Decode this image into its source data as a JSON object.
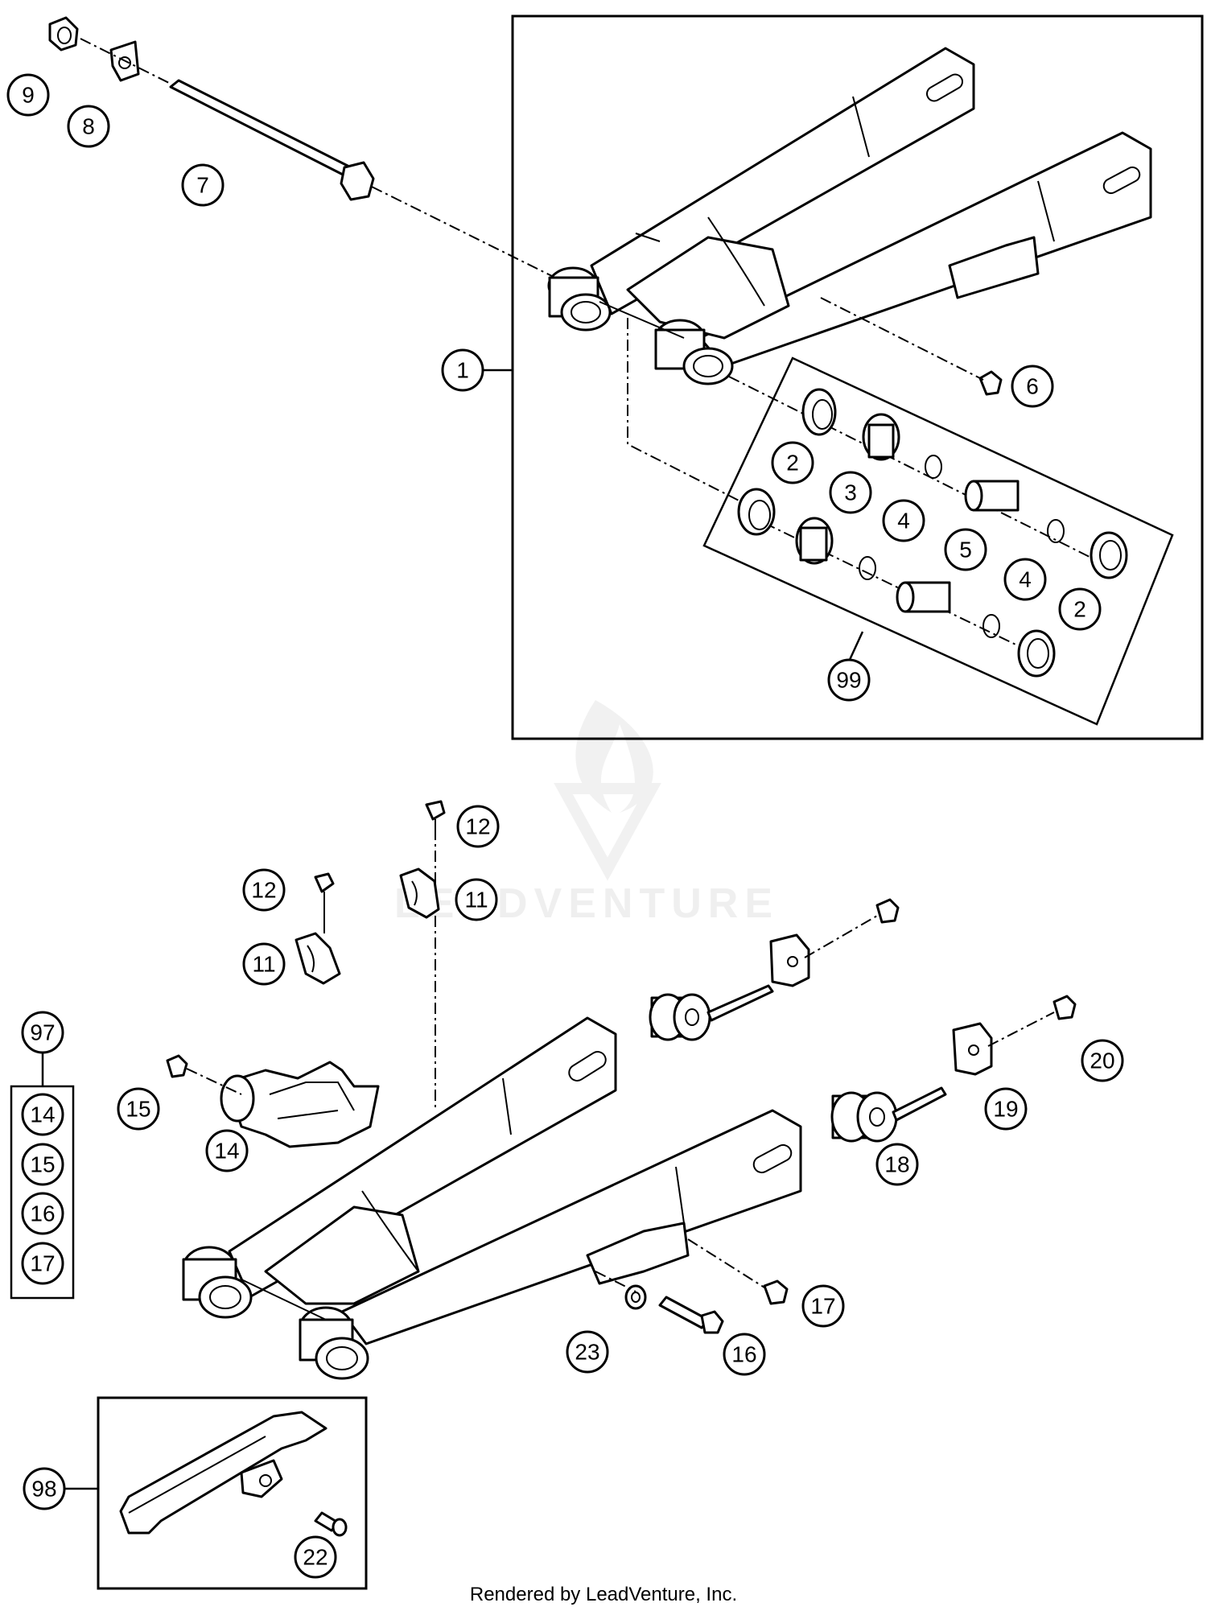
{
  "callouts": {
    "c1": "1",
    "c2a": "2",
    "c2b": "2",
    "c3": "3",
    "c4a": "4",
    "c4b": "4",
    "c5": "5",
    "c6": "6",
    "c7": "7",
    "c8": "8",
    "c9": "9",
    "c99": "99",
    "c11a": "11",
    "c11b": "11",
    "c12a": "12",
    "c12b": "12",
    "c14a": "14",
    "c15a": "15",
    "c16a": "16",
    "c17a": "17",
    "c18": "18",
    "c19": "19",
    "c20": "20",
    "c22": "22",
    "c23": "23",
    "c97": "97",
    "c97_14": "14",
    "c97_15": "15",
    "c97_16": "16",
    "c97_17": "17",
    "c98": "98"
  },
  "watermark": {
    "text": "LEADVENTURE"
  },
  "footer": {
    "text": "Rendered by LeadVenture, Inc."
  }
}
